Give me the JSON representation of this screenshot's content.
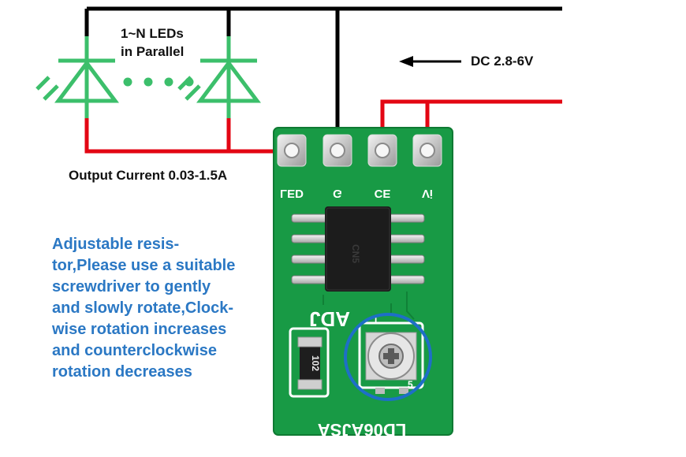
{
  "diagram": {
    "led_label_line1": "1~N LEDs",
    "led_label_line2": "in Parallel",
    "dc_label": "DC 2.8-6V",
    "output_label": "Output Current 0.03-1.5A",
    "note_lines": [
      "Adjustable resis-",
      "tor,Please use a suitable",
      "screwdriver to gently",
      "and slowly rotate,Clock-",
      "wise rotation increases",
      "and counterclockwise",
      "rotation decreases"
    ],
    "pin_labels": [
      "LED",
      "G",
      "CE",
      "Vi"
    ],
    "adj_label": "ADJ",
    "resistor_code": "102",
    "chip_marking": "CN5",
    "board_name": "LD06AJSA"
  },
  "colors": {
    "wire_positive": "#e30613",
    "wire_ground": "#000000",
    "led_symbol": "#3cbf6b",
    "pcb": "#189a45",
    "silkscreen": "#ffffff",
    "note_text": "#2b78c4",
    "highlight_circle": "#1e6fc7"
  }
}
